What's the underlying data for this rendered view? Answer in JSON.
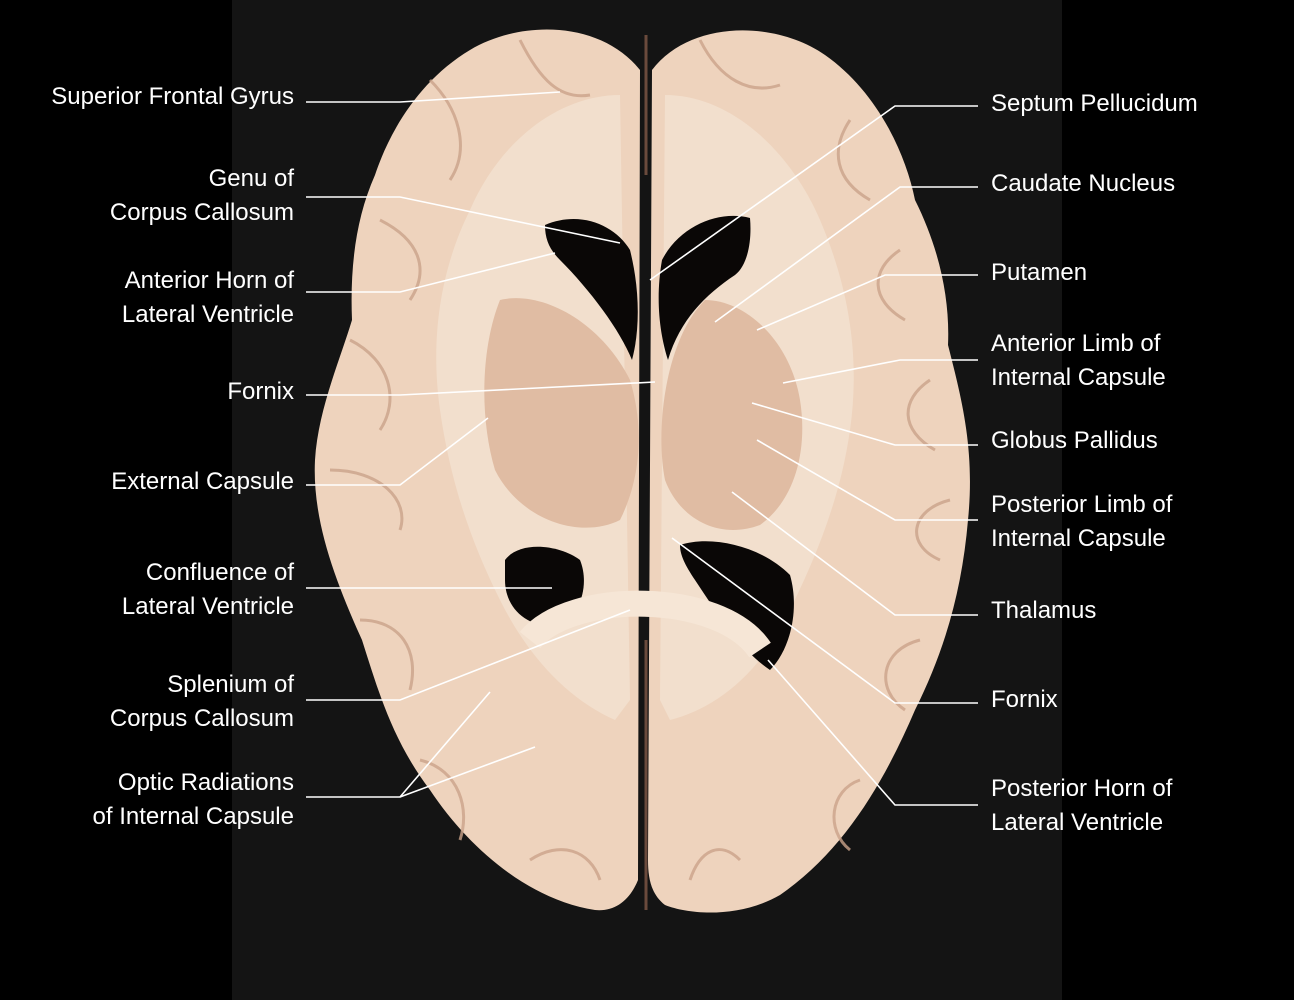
{
  "colors": {
    "background": "#000000",
    "panel": "#141414",
    "tissue": "#EED3BD",
    "tissue_shade": "#E0BCA3",
    "white_matter": "#F2DFCD",
    "ventricle": "#0A0706",
    "label_text": "#FFFFFF",
    "leader_line": "#FFFFFF"
  },
  "labels_left": [
    {
      "line1": "Superior Frontal Gyrus",
      "line2": ""
    },
    {
      "line1": "Genu of",
      "line2": "Corpus Callosum"
    },
    {
      "line1": "Anterior Horn of",
      "line2": "Lateral Ventricle"
    },
    {
      "line1": "Fornix",
      "line2": ""
    },
    {
      "line1": "External Capsule",
      "line2": ""
    },
    {
      "line1": "Confluence of",
      "line2": "Lateral Ventricle"
    },
    {
      "line1": "Splenium of",
      "line2": "Corpus Callosum"
    },
    {
      "line1": "Optic Radiations",
      "line2": "of Internal Capsule"
    }
  ],
  "labels_right": [
    {
      "line1": "Septum Pellucidum",
      "line2": ""
    },
    {
      "line1": "Caudate Nucleus",
      "line2": ""
    },
    {
      "line1": "Putamen",
      "line2": ""
    },
    {
      "line1": "Anterior Limb of",
      "line2": "Internal Capsule"
    },
    {
      "line1": "Globus Pallidus",
      "line2": ""
    },
    {
      "line1": "Posterior Limb of",
      "line2": "Internal Capsule"
    },
    {
      "line1": "Thalamus",
      "line2": ""
    },
    {
      "line1": "Fornix",
      "line2": ""
    },
    {
      "line1": "Posterior Horn of",
      "line2": "Lateral Ventricle"
    }
  ]
}
